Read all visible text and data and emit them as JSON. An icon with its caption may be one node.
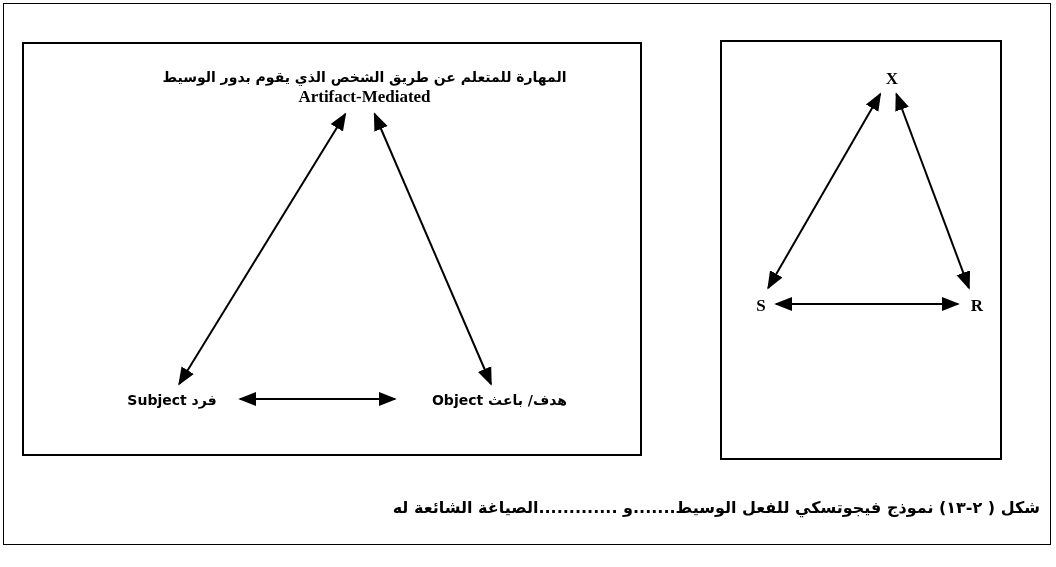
{
  "diagram": {
    "caption": "شكل ( ٢-١٣) نموذج فيجوتسكي للفعل الوسيط.......و .............الصياغة الشائعة له",
    "nodes": [
      {
        "text": [],
        "shape": "box"
      },
      {
        "text": [
          "المهارة للمتعلم عن طريق الشخص الذي يقوم بدور الوسيط",
          "Artifact-Mediated"
        ],
        "in": 0
      },
      {
        "text": [
          "Subject فرد"
        ],
        "in": 0
      },
      {
        "text": [
          "Object هدف/ باعث"
        ],
        "in": 0
      },
      {
        "text": [],
        "shape": "box"
      },
      {
        "text": [
          "X"
        ],
        "in": 4
      },
      {
        "text": [
          "S"
        ],
        "in": 4
      },
      {
        "text": [
          "R"
        ],
        "in": 4
      }
    ],
    "edges": [
      {
        "from": 1,
        "to": 2,
        "arrow": "both"
      },
      {
        "from": 1,
        "to": 3,
        "arrow": "both"
      },
      {
        "from": 2,
        "to": 3,
        "arrow": "both"
      },
      {
        "from": 5,
        "to": 6,
        "arrow": "both"
      },
      {
        "from": 5,
        "to": 7,
        "arrow": "both"
      },
      {
        "from": 6,
        "to": 7,
        "arrow": "both"
      }
    ]
  }
}
